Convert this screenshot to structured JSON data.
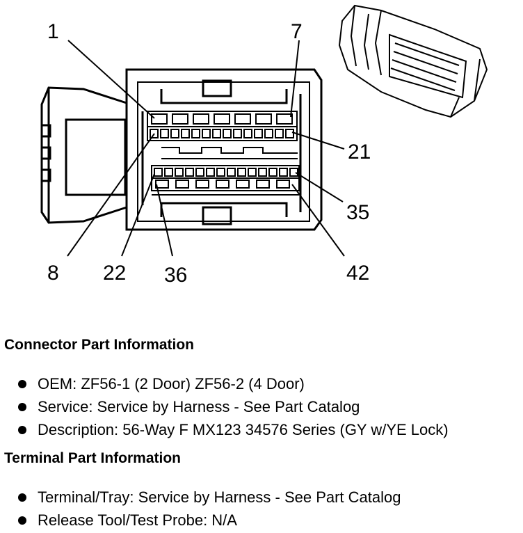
{
  "diagram": {
    "pin_labels": {
      "p1": "1",
      "p7": "7",
      "p21": "21",
      "p35": "35",
      "p8": "8",
      "p22": "22",
      "p36": "36",
      "p42": "42"
    }
  },
  "connector_info": {
    "title": "Connector Part Information",
    "items": [
      "OEM: ZF56-1 (2 Door) ZF56-2 (4 Door)",
      "Service: Service by Harness - See Part Catalog",
      "Description: 56-Way F MX123 34576 Series (GY w/YE Lock)"
    ]
  },
  "terminal_info": {
    "title": "Terminal Part Information",
    "items": [
      "Terminal/Tray: Service by Harness - See Part Catalog",
      "Release Tool/Test Probe: N/A"
    ]
  }
}
